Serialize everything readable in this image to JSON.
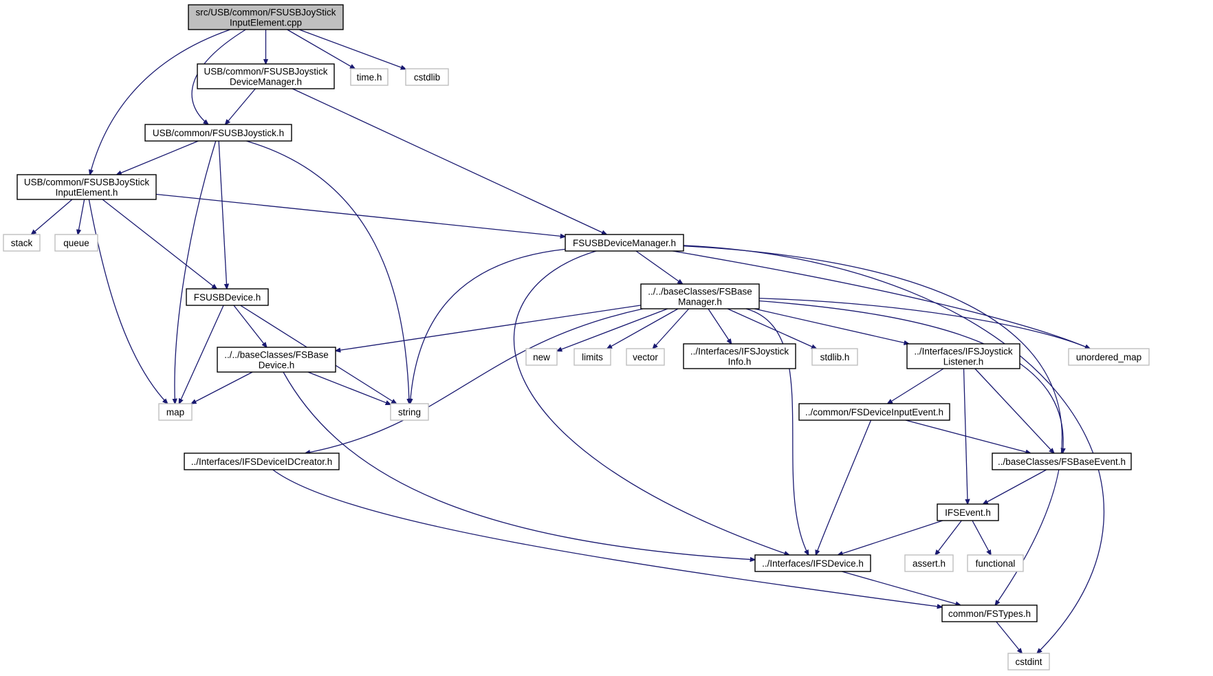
{
  "graph": {
    "edge_color": "#191970",
    "root_fill": "#bfbfbf",
    "system_border": "#bfbfbf",
    "nodes": [
      {
        "id": "cpp",
        "kind": "root",
        "lines": [
          "src/USB/common/FSUSBJoyStick",
          "InputElement.cpp"
        ]
      },
      {
        "id": "devmgr",
        "kind": "local",
        "lines": [
          "USB/common/FSUSBJoystick",
          "DeviceManager.h"
        ]
      },
      {
        "id": "time",
        "kind": "system",
        "lines": [
          "time.h"
        ]
      },
      {
        "id": "cstdlib",
        "kind": "system",
        "lines": [
          "cstdlib"
        ]
      },
      {
        "id": "joystick",
        "kind": "local",
        "lines": [
          "USB/common/FSUSBJoystick.h"
        ]
      },
      {
        "id": "inputh",
        "kind": "local",
        "lines": [
          "USB/common/FSUSBJoyStick",
          "InputElement.h"
        ]
      },
      {
        "id": "stack",
        "kind": "system",
        "lines": [
          "stack"
        ]
      },
      {
        "id": "queue",
        "kind": "system",
        "lines": [
          "queue"
        ]
      },
      {
        "id": "usbmgr",
        "kind": "local",
        "lines": [
          "FSUSBDeviceManager.h"
        ]
      },
      {
        "id": "usbdev",
        "kind": "local",
        "lines": [
          "FSUSBDevice.h"
        ]
      },
      {
        "id": "basemgr",
        "kind": "local",
        "lines": [
          "../../baseClasses/FSBase",
          "Manager.h"
        ]
      },
      {
        "id": "basedev",
        "kind": "local",
        "lines": [
          "../../baseClasses/FSBase",
          "Device.h"
        ]
      },
      {
        "id": "new",
        "kind": "system",
        "lines": [
          "new"
        ]
      },
      {
        "id": "limits",
        "kind": "system",
        "lines": [
          "limits"
        ]
      },
      {
        "id": "vector",
        "kind": "system",
        "lines": [
          "vector"
        ]
      },
      {
        "id": "jinfo",
        "kind": "local",
        "lines": [
          "../Interfaces/IFSJoystick",
          "Info.h"
        ]
      },
      {
        "id": "stdlib",
        "kind": "system",
        "lines": [
          "stdlib.h"
        ]
      },
      {
        "id": "jlistener",
        "kind": "local",
        "lines": [
          "../Interfaces/IFSJoystick",
          "Listener.h"
        ]
      },
      {
        "id": "umap",
        "kind": "system",
        "lines": [
          "unordered_map"
        ]
      },
      {
        "id": "map",
        "kind": "system",
        "lines": [
          "map"
        ]
      },
      {
        "id": "string",
        "kind": "system",
        "lines": [
          "string"
        ]
      },
      {
        "id": "inputevent",
        "kind": "local",
        "lines": [
          "../common/FSDeviceInputEvent.h"
        ]
      },
      {
        "id": "idcreator",
        "kind": "local",
        "lines": [
          "../Interfaces/IFSDeviceIDCreator.h"
        ]
      },
      {
        "id": "baseevent",
        "kind": "local",
        "lines": [
          "../baseClasses/FSBaseEvent.h"
        ]
      },
      {
        "id": "ifsevent",
        "kind": "local",
        "lines": [
          "IFSEvent.h"
        ]
      },
      {
        "id": "ifsdevice",
        "kind": "local",
        "lines": [
          "../Interfaces/IFSDevice.h"
        ]
      },
      {
        "id": "assert",
        "kind": "system",
        "lines": [
          "assert.h"
        ]
      },
      {
        "id": "functional",
        "kind": "system",
        "lines": [
          "functional"
        ]
      },
      {
        "id": "fstypes",
        "kind": "local",
        "lines": [
          "common/FSTypes.h"
        ]
      },
      {
        "id": "cstdint",
        "kind": "system",
        "lines": [
          "cstdint"
        ]
      }
    ],
    "edges": [
      [
        "cpp",
        "inputh"
      ],
      [
        "cpp",
        "joystick"
      ],
      [
        "cpp",
        "devmgr"
      ],
      [
        "cpp",
        "time"
      ],
      [
        "cpp",
        "cstdlib"
      ],
      [
        "devmgr",
        "joystick"
      ],
      [
        "devmgr",
        "usbmgr"
      ],
      [
        "joystick",
        "inputh"
      ],
      [
        "joystick",
        "map"
      ],
      [
        "joystick",
        "usbdev"
      ],
      [
        "joystick",
        "string"
      ],
      [
        "inputh",
        "stack"
      ],
      [
        "inputh",
        "queue"
      ],
      [
        "inputh",
        "map"
      ],
      [
        "inputh",
        "usbdev"
      ],
      [
        "inputh",
        "usbmgr"
      ],
      [
        "usbmgr",
        "string"
      ],
      [
        "usbmgr",
        "basemgr"
      ],
      [
        "usbmgr",
        "ifsdevice"
      ],
      [
        "usbmgr",
        "umap"
      ],
      [
        "usbmgr",
        "fstypes"
      ],
      [
        "usbmgr",
        "cstdint"
      ],
      [
        "usbdev",
        "map"
      ],
      [
        "usbdev",
        "basedev"
      ],
      [
        "usbdev",
        "string"
      ],
      [
        "basemgr",
        "basedev"
      ],
      [
        "basemgr",
        "new"
      ],
      [
        "basemgr",
        "limits"
      ],
      [
        "basemgr",
        "vector"
      ],
      [
        "basemgr",
        "jinfo"
      ],
      [
        "basemgr",
        "stdlib"
      ],
      [
        "basemgr",
        "jlistener"
      ],
      [
        "basemgr",
        "umap"
      ],
      [
        "basemgr",
        "idcreator"
      ],
      [
        "basemgr",
        "ifsdevice"
      ],
      [
        "basemgr",
        "baseevent"
      ],
      [
        "basedev",
        "map"
      ],
      [
        "basedev",
        "string"
      ],
      [
        "basedev",
        "ifsdevice"
      ],
      [
        "jlistener",
        "inputevent"
      ],
      [
        "jlistener",
        "ifsevent"
      ],
      [
        "jlistener",
        "baseevent"
      ],
      [
        "inputevent",
        "baseevent"
      ],
      [
        "inputevent",
        "ifsdevice"
      ],
      [
        "idcreator",
        "fstypes"
      ],
      [
        "baseevent",
        "ifsevent"
      ],
      [
        "ifsevent",
        "ifsdevice"
      ],
      [
        "ifsevent",
        "assert"
      ],
      [
        "ifsevent",
        "functional"
      ],
      [
        "ifsdevice",
        "fstypes"
      ],
      [
        "fstypes",
        "cstdint"
      ]
    ]
  }
}
